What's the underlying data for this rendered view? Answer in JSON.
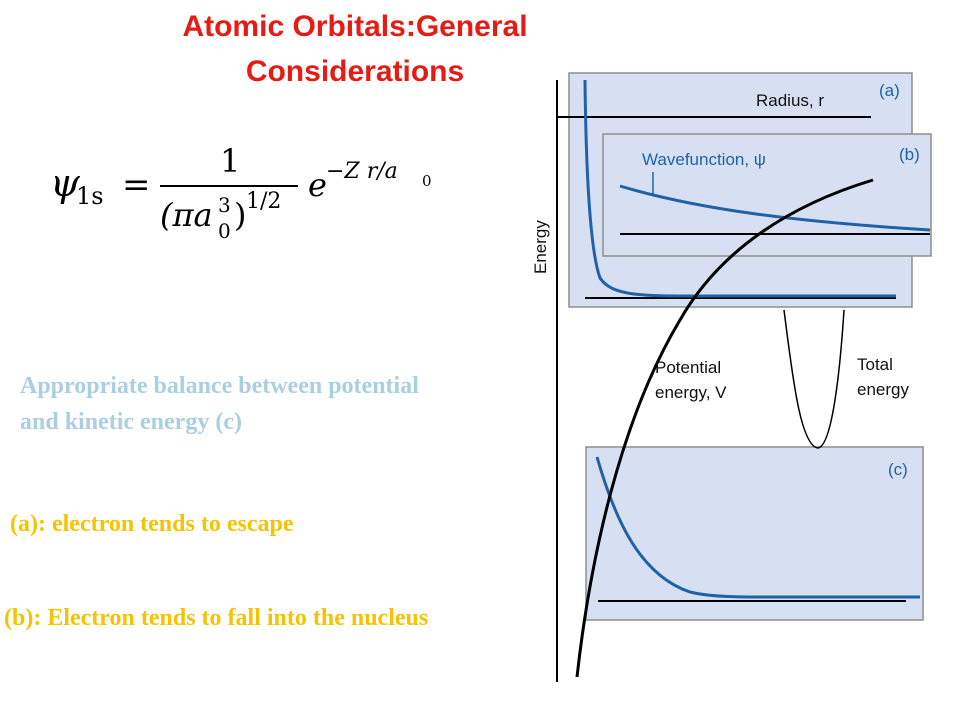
{
  "title": {
    "line1": "Atomic Orbitals:General",
    "line2": "Considerations"
  },
  "equation": {
    "psi": "ψ",
    "subscript": "1s",
    "equals": "=",
    "numerator": "1",
    "denominator_open": "(πa",
    "denominator_sub": "0",
    "denominator_sup": "3",
    "denominator_close": ")",
    "denominator_exp": "1/2",
    "exp_base": "e",
    "exponent": "−Z r/a",
    "exponent_sub": "0"
  },
  "notes": {
    "balance_line1": "Appropriate balance between potential",
    "balance_line2": "and kinetic energy (c)",
    "case_a": "(a): electron tends to escape",
    "case_b": "(b): Electron tends to fall into the nucleus"
  },
  "diagram": {
    "energy_axis_label": "Energy",
    "panel_a_tag": "(a)",
    "panel_b_tag": "(b)",
    "panel_c_tag": "(c)",
    "radius_label": "Radius, r",
    "wavefunction_label": "Wavefunction, ψ",
    "potential_label_line1": "Potential",
    "potential_label_line2": "energy, V",
    "total_label_line1": "Total",
    "total_label_line2": "energy"
  },
  "colors": {
    "title": "#e51b14",
    "balance_text": "#a9cfe0",
    "case_text": "#f5c400",
    "panel_fill": "#d7e0f2",
    "curve_blue": "#1f62a8"
  }
}
